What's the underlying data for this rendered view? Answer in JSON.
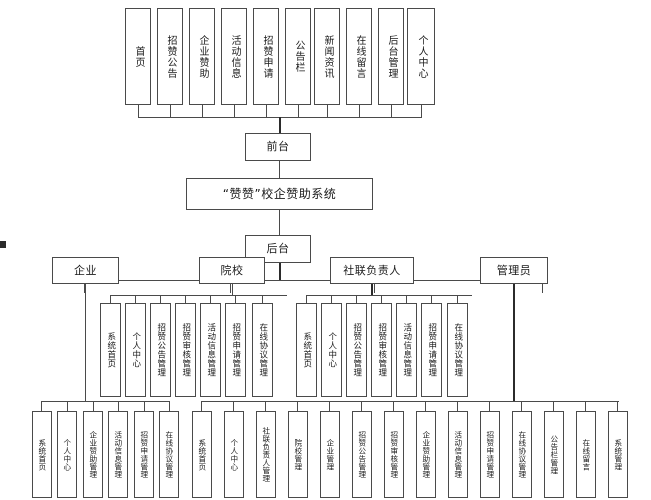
{
  "diagram": {
    "title": "“赞赞”校企赞助系统",
    "front_label": "前台",
    "back_label": "后台",
    "front_menu": [
      "首页",
      "招赞公告",
      "企业赞助",
      "活动信息",
      "招赞申请",
      "公告栏",
      "新闻资讯",
      "在线留言",
      "后台管理",
      "个人中心"
    ],
    "roles": [
      "企业",
      "院校",
      "社联负责人",
      "管理员"
    ],
    "school_menu": [
      "系统首页",
      "个人中心",
      "招赞公告管理",
      "招赞审核管理",
      "活动信息管理",
      "招赞申请管理",
      "在线协议管理"
    ],
    "union_menu": [
      "系统首页",
      "个人中心",
      "招赞公告管理",
      "招赞审核管理",
      "活动信息管理",
      "招赞申请管理",
      "在线协议管理"
    ],
    "enterprise_menu": [
      "系统首页",
      "个人中心",
      "企业赞助管理",
      "活动信息管理",
      "招赞申请管理",
      "在线协议管理"
    ],
    "admin_menu": [
      "系统首页",
      "个人中心",
      "社联负责人管理",
      "院校管理",
      "企业管理",
      "招赞公告管理",
      "招赞审核管理",
      "企业赞助管理",
      "活动信息管理",
      "招赞申请管理",
      "在线协议管理",
      "公告栏管理",
      "在线留言",
      "系统管理"
    ],
    "colors": {
      "line": "#4a4a4a",
      "text": "#1a1a1a",
      "background": "#ffffff"
    }
  }
}
